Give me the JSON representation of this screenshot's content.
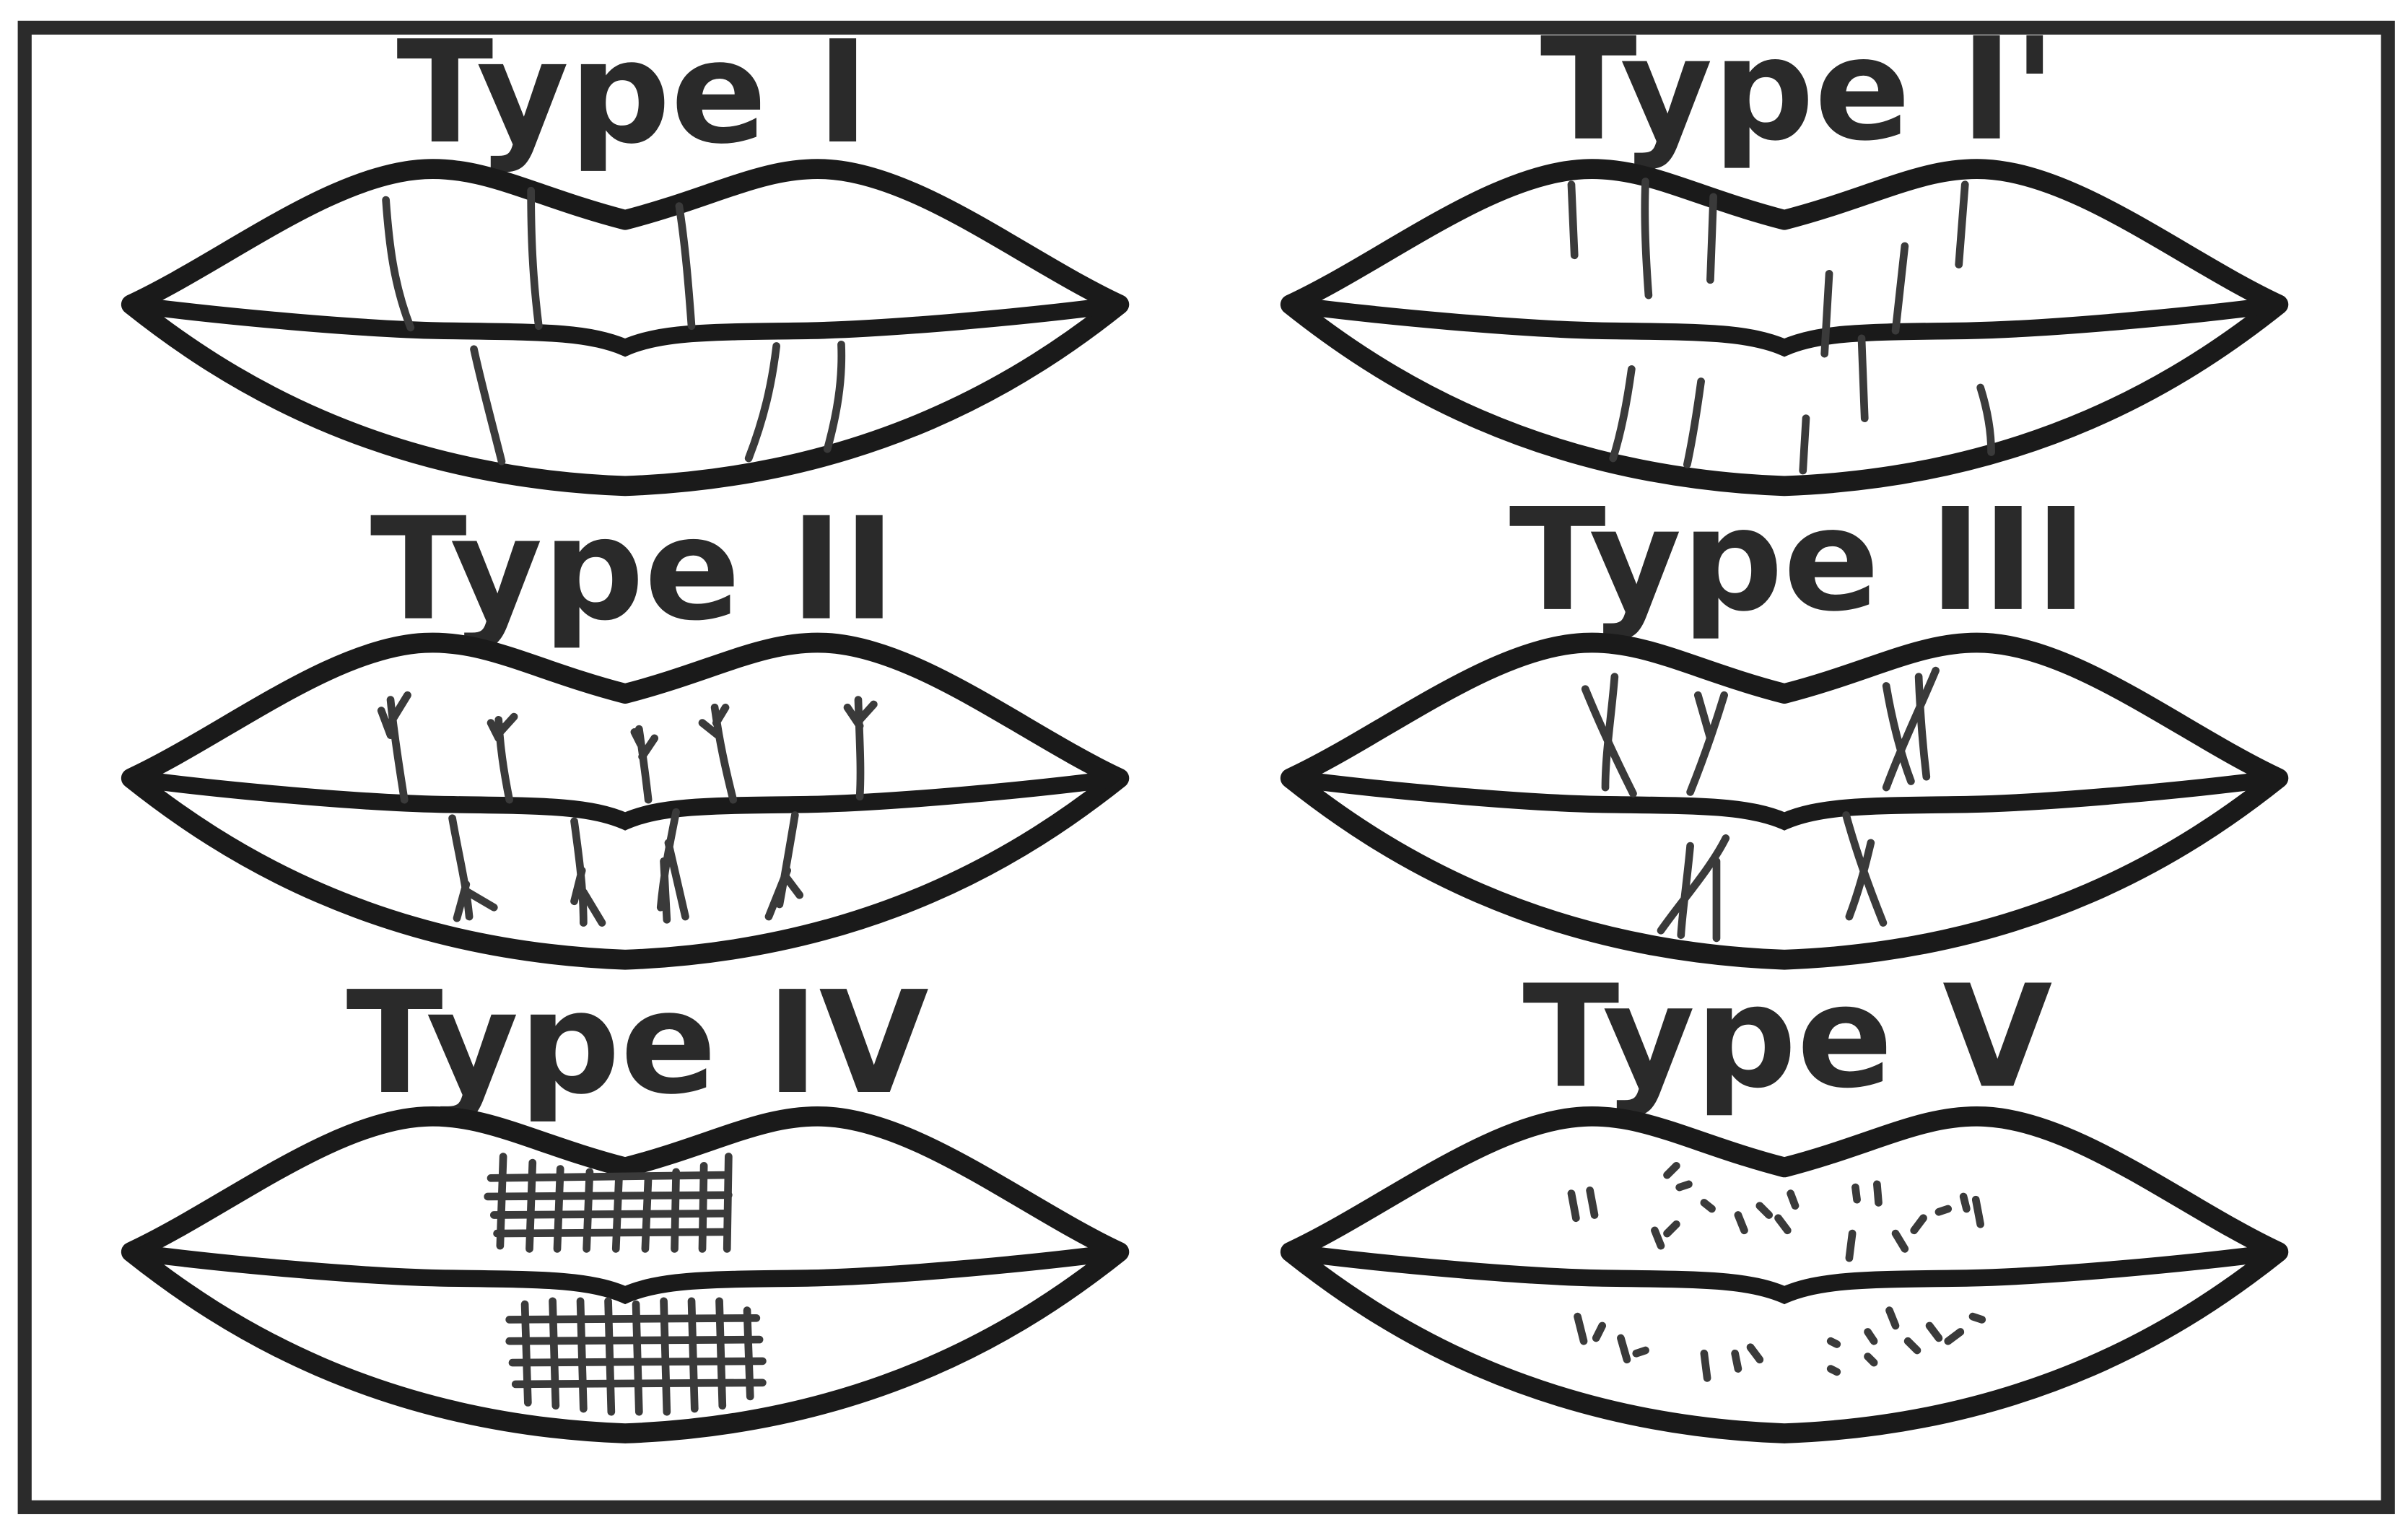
{
  "figure": {
    "panels": [
      {
        "id": "type-1",
        "label": "Type I"
      },
      {
        "id": "type-1-prime",
        "label": "Type I'"
      },
      {
        "id": "type-2",
        "label": "Type II"
      },
      {
        "id": "type-3",
        "label": "Type III"
      },
      {
        "id": "type-4",
        "label": "Type IV"
      },
      {
        "id": "type-5",
        "label": "Type V"
      }
    ]
  },
  "colors": {
    "stroke": "#1a1a1a",
    "groove": "#3a3a3a",
    "background": "#ffffff"
  }
}
